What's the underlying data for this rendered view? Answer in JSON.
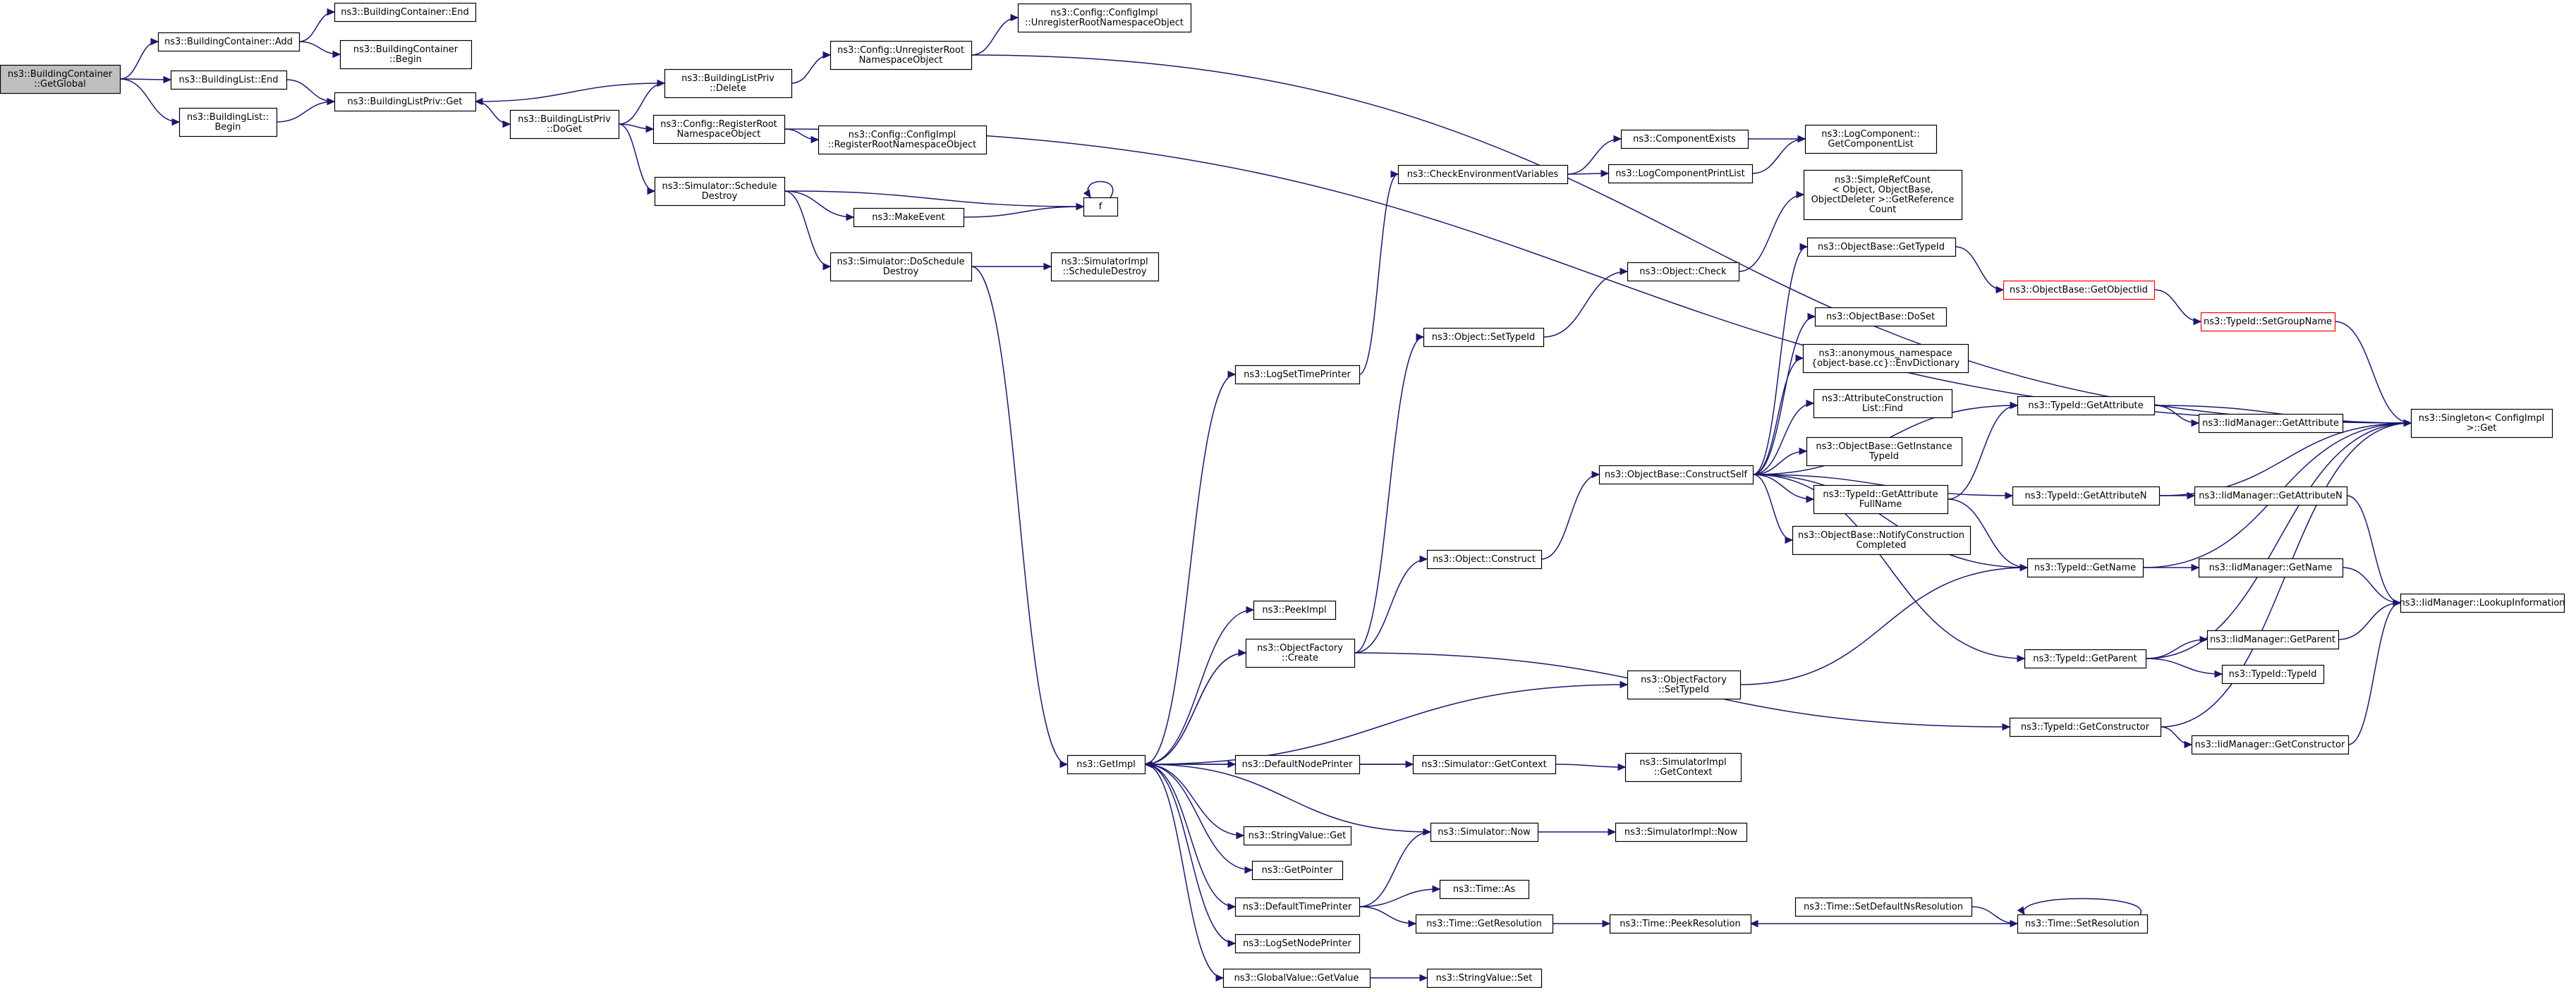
{
  "colors": {
    "edge": "#191970",
    "root_fill": "#bfbfbf",
    "node_border": "#000000",
    "error_border": "#ff0000",
    "background": "#ffffff"
  },
  "nodes": [
    {
      "id": "root",
      "lines": [
        "ns3::BuildingContainer",
        "::GetGlobal"
      ],
      "root": true
    },
    {
      "id": "bc_add",
      "lines": [
        "ns3::BuildingContainer::Add"
      ]
    },
    {
      "id": "bc_end",
      "lines": [
        "ns3::BuildingContainer::End"
      ]
    },
    {
      "id": "bc_begin",
      "lines": [
        "ns3::BuildingContainer",
        "::Begin"
      ]
    },
    {
      "id": "bl_end",
      "lines": [
        "ns3::BuildingList::End"
      ]
    },
    {
      "id": "bl_begin",
      "lines": [
        "ns3::BuildingList::",
        "Begin"
      ]
    },
    {
      "id": "blp_get",
      "lines": [
        "ns3::BuildingListPriv::Get"
      ]
    },
    {
      "id": "blp_delete",
      "lines": [
        "ns3::BuildingListPriv",
        "::Delete"
      ]
    },
    {
      "id": "blp_doget",
      "lines": [
        "ns3::BuildingListPriv",
        "::DoGet"
      ]
    },
    {
      "id": "cfg_unreg",
      "lines": [
        "ns3::Config::UnregisterRoot",
        "NamespaceObject"
      ]
    },
    {
      "id": "cfgimpl_unreg",
      "lines": [
        "ns3::Config::ConfigImpl",
        "::UnregisterRootNamespaceObject"
      ]
    },
    {
      "id": "cfg_reg",
      "lines": [
        "ns3::Config::RegisterRoot",
        "NamespaceObject"
      ]
    },
    {
      "id": "cfgimpl_reg",
      "lines": [
        "ns3::Config::ConfigImpl",
        "::RegisterRootNamespaceObject"
      ]
    },
    {
      "id": "sim_schedd",
      "lines": [
        "ns3::Simulator::Schedule",
        "Destroy"
      ]
    },
    {
      "id": "makeevent",
      "lines": [
        "ns3::MakeEvent"
      ]
    },
    {
      "id": "f",
      "lines": [
        "f"
      ]
    },
    {
      "id": "sim_doschedd",
      "lines": [
        "ns3::Simulator::DoSchedule",
        "Destroy"
      ]
    },
    {
      "id": "simimpl_schedd",
      "lines": [
        "ns3::SimulatorImpl",
        "::ScheduleDestroy"
      ]
    },
    {
      "id": "getimpl",
      "lines": [
        "ns3::GetImpl"
      ]
    },
    {
      "id": "logsettime",
      "lines": [
        "ns3::LogSetTimePrinter"
      ]
    },
    {
      "id": "checkenv",
      "lines": [
        "ns3::CheckEnvironmentVariables"
      ]
    },
    {
      "id": "compexists",
      "lines": [
        "ns3::ComponentExists"
      ]
    },
    {
      "id": "logcompprint",
      "lines": [
        "ns3::LogComponentPrintList"
      ]
    },
    {
      "id": "logcomp_getlist",
      "lines": [
        "ns3::LogComponent::",
        "GetComponentList"
      ]
    },
    {
      "id": "simplerefcount",
      "lines": [
        "ns3::SimpleRefCount",
        "< Object, ObjectBase,",
        "ObjectDeleter >::GetReference",
        "Count"
      ]
    },
    {
      "id": "obj_check",
      "lines": [
        "ns3::Object::Check"
      ]
    },
    {
      "id": "objbase_gettypeid",
      "lines": [
        "ns3::ObjectBase::GetTypeId"
      ]
    },
    {
      "id": "objbase_getobjectiid",
      "lines": [
        "ns3::ObjectBase::GetObjectIid"
      ],
      "red": true
    },
    {
      "id": "typeid_setgroup",
      "lines": [
        "ns3::TypeId::SetGroupName"
      ],
      "red": true
    },
    {
      "id": "obj_settypeid",
      "lines": [
        "ns3::Object::SetTypeId"
      ]
    },
    {
      "id": "objbase_doset",
      "lines": [
        "ns3::ObjectBase::DoSet"
      ]
    },
    {
      "id": "anon_envdict",
      "lines": [
        "ns3::anonymous_namespace",
        "{object-base.cc}::EnvDictionary"
      ]
    },
    {
      "id": "attrconstr_find",
      "lines": [
        "ns3::AttributeConstruction",
        "List::Find"
      ]
    },
    {
      "id": "objbase_getinst",
      "lines": [
        "ns3::ObjectBase::GetInstance",
        "TypeId"
      ]
    },
    {
      "id": "objbase_constructself",
      "lines": [
        "ns3::ObjectBase::ConstructSelf"
      ]
    },
    {
      "id": "typeid_getattrfull",
      "lines": [
        "ns3::TypeId::GetAttribute",
        "FullName"
      ]
    },
    {
      "id": "objbase_notify",
      "lines": [
        "ns3::ObjectBase::NotifyConstruction",
        "Completed"
      ]
    },
    {
      "id": "typeid_getattr",
      "lines": [
        "ns3::TypeId::GetAttribute"
      ]
    },
    {
      "id": "iidm_getattr",
      "lines": [
        "ns3::IidManager::GetAttribute"
      ]
    },
    {
      "id": "singleton_get",
      "lines": [
        "ns3::Singleton< ConfigImpl",
        ">::Get"
      ]
    },
    {
      "id": "typeid_getattrn",
      "lines": [
        "ns3::TypeId::GetAttributeN"
      ]
    },
    {
      "id": "iidm_getattrn",
      "lines": [
        "ns3::IidManager::GetAttributeN"
      ]
    },
    {
      "id": "obj_construct",
      "lines": [
        "ns3::Object::Construct"
      ]
    },
    {
      "id": "typeid_getname",
      "lines": [
        "ns3::TypeId::GetName"
      ]
    },
    {
      "id": "iidm_getname",
      "lines": [
        "ns3::IidManager::GetName"
      ]
    },
    {
      "id": "iidm_lookup",
      "lines": [
        "ns3::IidManager::LookupInformation"
      ]
    },
    {
      "id": "peekimpl",
      "lines": [
        "ns3::PeekImpl"
      ]
    },
    {
      "id": "objfactory_create",
      "lines": [
        "ns3::ObjectFactory",
        "::Create"
      ]
    },
    {
      "id": "objfactory_settypeid",
      "lines": [
        "ns3::ObjectFactory",
        "::SetTypeId"
      ]
    },
    {
      "id": "typeid_getparent",
      "lines": [
        "ns3::TypeId::GetParent"
      ]
    },
    {
      "id": "iidm_getparent",
      "lines": [
        "ns3::IidManager::GetParent"
      ]
    },
    {
      "id": "typeid_typeid",
      "lines": [
        "ns3::TypeId::TypeId"
      ]
    },
    {
      "id": "typeid_getconstructor",
      "lines": [
        "ns3::TypeId::GetConstructor"
      ]
    },
    {
      "id": "iidm_getconstructor",
      "lines": [
        "ns3::IidManager::GetConstructor"
      ]
    },
    {
      "id": "defaultnodeprinter",
      "lines": [
        "ns3::DefaultNodePrinter"
      ]
    },
    {
      "id": "sim_getcontext",
      "lines": [
        "ns3::Simulator::GetContext"
      ]
    },
    {
      "id": "simimpl_getcontext",
      "lines": [
        "ns3::SimulatorImpl",
        "::GetContext"
      ]
    },
    {
      "id": "sim_now",
      "lines": [
        "ns3::Simulator::Now"
      ]
    },
    {
      "id": "simimpl_now",
      "lines": [
        "ns3::SimulatorImpl::Now"
      ]
    },
    {
      "id": "stringvalue_get",
      "lines": [
        "ns3::StringValue::Get"
      ]
    },
    {
      "id": "getpointer",
      "lines": [
        "ns3::GetPointer"
      ]
    },
    {
      "id": "defaulttimeprinter",
      "lines": [
        "ns3::DefaultTimePrinter"
      ]
    },
    {
      "id": "time_as",
      "lines": [
        "ns3::Time::As"
      ]
    },
    {
      "id": "time_getres",
      "lines": [
        "ns3::Time::GetResolution"
      ]
    },
    {
      "id": "time_peekres",
      "lines": [
        "ns3::Time::PeekResolution"
      ]
    },
    {
      "id": "time_setdefaultns",
      "lines": [
        "ns3::Time::SetDefaultNsResolution"
      ]
    },
    {
      "id": "time_setres",
      "lines": [
        "ns3::Time::SetResolution"
      ]
    },
    {
      "id": "logsetnodeprinter",
      "lines": [
        "ns3::LogSetNodePrinter"
      ]
    },
    {
      "id": "globalvalue_getvalue",
      "lines": [
        "ns3::GlobalValue::GetValue"
      ]
    },
    {
      "id": "stringvalue_set",
      "lines": [
        "ns3::StringValue::Set"
      ]
    }
  ],
  "edges": [
    [
      "root",
      "bc_add"
    ],
    [
      "root",
      "bl_end"
    ],
    [
      "root",
      "bl_begin"
    ],
    [
      "bc_add",
      "bc_end"
    ],
    [
      "bc_add",
      "bc_begin"
    ],
    [
      "bl_end",
      "blp_get"
    ],
    [
      "bl_begin",
      "blp_get"
    ],
    [
      "blp_get",
      "blp_doget"
    ],
    [
      "blp_doget",
      "blp_delete"
    ],
    [
      "blp_delete",
      "blp_get"
    ],
    [
      "blp_delete",
      "cfg_unreg"
    ],
    [
      "cfg_unreg",
      "cfgimpl_unreg"
    ],
    [
      "cfg_unreg",
      "singleton_get"
    ],
    [
      "blp_doget",
      "cfg_reg"
    ],
    [
      "cfg_reg",
      "cfgimpl_reg"
    ],
    [
      "cfg_reg",
      "singleton_get"
    ],
    [
      "blp_doget",
      "sim_schedd"
    ],
    [
      "sim_schedd",
      "makeevent"
    ],
    [
      "sim_schedd",
      "f"
    ],
    [
      "makeevent",
      "f"
    ],
    [
      "f",
      "f"
    ],
    [
      "sim_schedd",
      "sim_doschedd"
    ],
    [
      "sim_doschedd",
      "simimpl_schedd"
    ],
    [
      "sim_doschedd",
      "getimpl"
    ],
    [
      "getimpl",
      "logsettime"
    ],
    [
      "logsettime",
      "checkenv"
    ],
    [
      "checkenv",
      "compexists"
    ],
    [
      "checkenv",
      "logcompprint"
    ],
    [
      "compexists",
      "logcomp_getlist"
    ],
    [
      "logcompprint",
      "logcomp_getlist"
    ],
    [
      "getimpl",
      "peekimpl"
    ],
    [
      "getimpl",
      "objfactory_create"
    ],
    [
      "objfactory_create",
      "getimpl"
    ],
    [
      "objfactory_create",
      "obj_settypeid"
    ],
    [
      "objfactory_create",
      "obj_construct"
    ],
    [
      "objfactory_create",
      "typeid_getconstructor"
    ],
    [
      "obj_settypeid",
      "obj_check"
    ],
    [
      "obj_check",
      "simplerefcount"
    ],
    [
      "obj_construct",
      "objbase_constructself"
    ],
    [
      "objbase_constructself",
      "objbase_gettypeid"
    ],
    [
      "objbase_constructself",
      "objbase_doset"
    ],
    [
      "objbase_constructself",
      "anon_envdict"
    ],
    [
      "objbase_constructself",
      "attrconstr_find"
    ],
    [
      "objbase_constructself",
      "objbase_getinst"
    ],
    [
      "objbase_constructself",
      "typeid_getattrfull"
    ],
    [
      "objbase_constructself",
      "objbase_notify"
    ],
    [
      "objbase_constructself",
      "typeid_getattr"
    ],
    [
      "objbase_constructself",
      "typeid_getattrn"
    ],
    [
      "objbase_constructself",
      "typeid_getname"
    ],
    [
      "objbase_constructself",
      "typeid_getparent"
    ],
    [
      "objbase_gettypeid",
      "objbase_getobjectiid"
    ],
    [
      "objbase_getobjectiid",
      "typeid_setgroup"
    ],
    [
      "typeid_setgroup",
      "singleton_get"
    ],
    [
      "typeid_getattrfull",
      "typeid_getattr"
    ],
    [
      "typeid_getattrfull",
      "typeid_getname"
    ],
    [
      "typeid_getattr",
      "iidm_getattr"
    ],
    [
      "typeid_getattr",
      "singleton_get"
    ],
    [
      "typeid_getattrn",
      "iidm_getattrn"
    ],
    [
      "typeid_getattrn",
      "singleton_get"
    ],
    [
      "iidm_getattrn",
      "iidm_lookup"
    ],
    [
      "typeid_getname",
      "iidm_getname"
    ],
    [
      "typeid_getname",
      "singleton_get"
    ],
    [
      "iidm_getname",
      "iidm_lookup"
    ],
    [
      "typeid_getparent",
      "iidm_getparent"
    ],
    [
      "typeid_getparent",
      "typeid_typeid"
    ],
    [
      "typeid_getparent",
      "singleton_get"
    ],
    [
      "iidm_getparent",
      "iidm_lookup"
    ],
    [
      "typeid_getconstructor",
      "iidm_getconstructor"
    ],
    [
      "typeid_getconstructor",
      "singleton_get"
    ],
    [
      "iidm_getconstructor",
      "iidm_lookup"
    ],
    [
      "getimpl",
      "objfactory_settypeid"
    ],
    [
      "objfactory_settypeid",
      "typeid_getname"
    ],
    [
      "getimpl",
      "defaultnodeprinter"
    ],
    [
      "defaultnodeprinter",
      "sim_getcontext"
    ],
    [
      "sim_getcontext",
      "getimpl"
    ],
    [
      "sim_getcontext",
      "simimpl_getcontext"
    ],
    [
      "getimpl",
      "stringvalue_get"
    ],
    [
      "getimpl",
      "getpointer"
    ],
    [
      "getimpl",
      "defaulttimeprinter"
    ],
    [
      "defaulttimeprinter",
      "sim_now"
    ],
    [
      "defaulttimeprinter",
      "time_as"
    ],
    [
      "defaulttimeprinter",
      "time_getres"
    ],
    [
      "sim_now",
      "getimpl"
    ],
    [
      "sim_now",
      "simimpl_now"
    ],
    [
      "time_getres",
      "time_peekres"
    ],
    [
      "time_setdefaultns",
      "time_setres"
    ],
    [
      "time_setres",
      "time_peekres"
    ],
    [
      "time_setres",
      "time_setres"
    ],
    [
      "getimpl",
      "logsetnodeprinter"
    ],
    [
      "getimpl",
      "globalvalue_getvalue"
    ],
    [
      "globalvalue_getvalue",
      "stringvalue_set"
    ]
  ]
}
